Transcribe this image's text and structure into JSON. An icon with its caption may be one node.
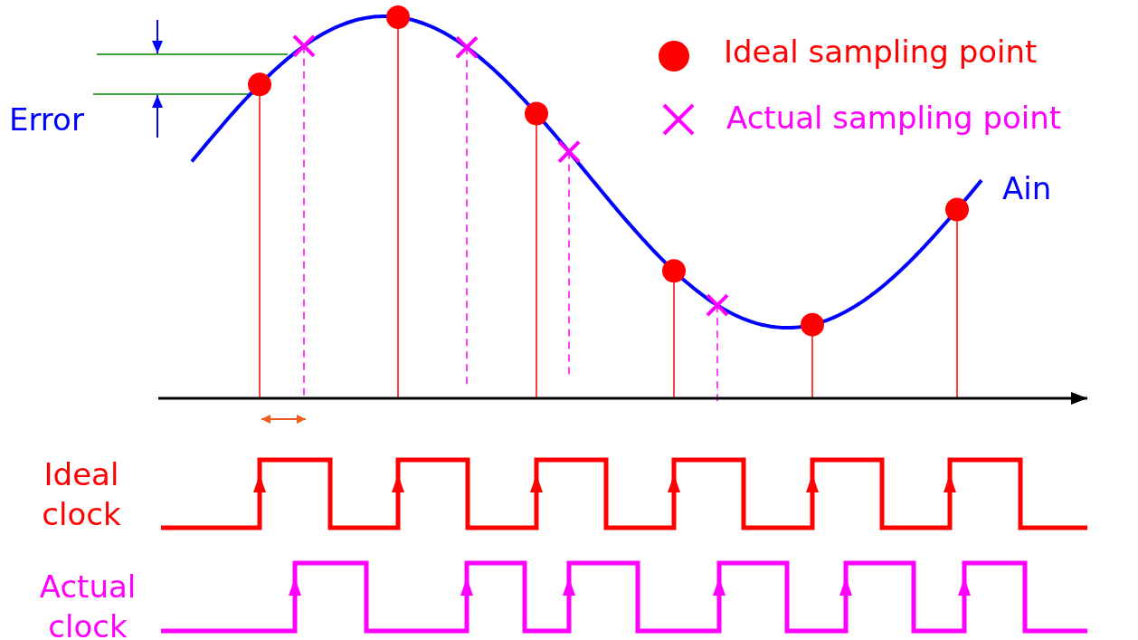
{
  "diagram": {
    "labels": [
      "Error",
      "Ain",
      "Ideal clock",
      "Actual clock"
    ],
    "legend": [
      {
        "text": "Ideal sampling point"
      },
      {
        "text": "Actual sampling point"
      }
    ]
  }
}
